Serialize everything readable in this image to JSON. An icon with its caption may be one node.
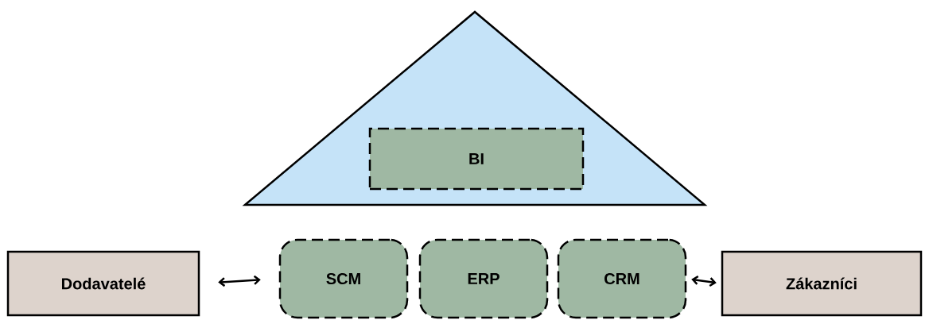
{
  "diagram": {
    "nodes": [
      {
        "text": [],
        "shape": "triangle"
      },
      {
        "text": [
          "BI"
        ],
        "in": 0
      },
      {
        "text": [
          "Dodavatelé"
        ]
      },
      {
        "text": [
          "SCM"
        ]
      },
      {
        "text": [
          "ERP"
        ]
      },
      {
        "text": [
          "CRM"
        ]
      },
      {
        "text": [
          "Zákazníci"
        ]
      }
    ],
    "edges": [
      {
        "from": 2,
        "to": 3,
        "arrow": "both"
      },
      {
        "from": 5,
        "to": 6,
        "arrow": "both"
      }
    ]
  }
}
